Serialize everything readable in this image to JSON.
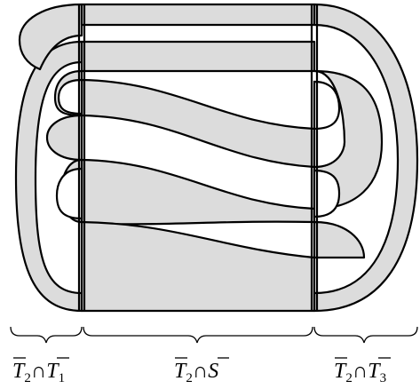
{
  "labels": {
    "left": {
      "base": "T",
      "sub_a": "2",
      "cap": "∩",
      "base_b": "T",
      "sub_b": "1"
    },
    "middle": {
      "base": "T",
      "sub_a": "2",
      "cap": "∩",
      "base_b": "S"
    },
    "right": {
      "base": "T",
      "sub_a": "2",
      "cap": "∩",
      "base_b": "T",
      "sub_b": "3"
    }
  },
  "colors": {
    "band_fill": "#dcdcdc",
    "stroke": "#000000"
  }
}
